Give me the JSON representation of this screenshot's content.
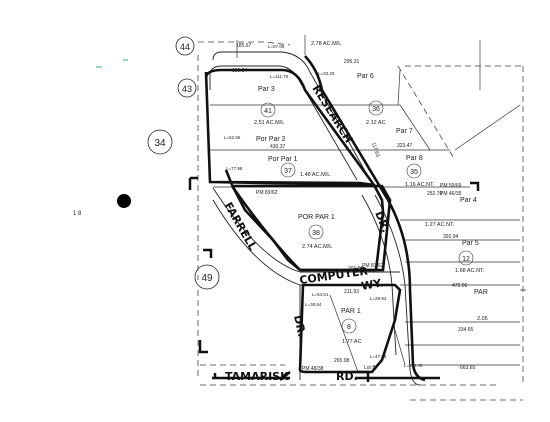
{
  "map": {
    "roads": {
      "research_dr": "RESEARCH",
      "dr_1": "DR.",
      "farrell": "FARRELL",
      "dr_2": "DR.",
      "computer": "COMPUTER",
      "wy": "WY.",
      "tamarisk": "TAMARISK",
      "rd": "RD."
    },
    "page_numbers": [
      "44",
      "43",
      "34",
      "49"
    ],
    "parcel_balloons": [
      "41",
      "36",
      "37",
      "35",
      "38",
      "12",
      "8"
    ],
    "parcel_labels": {
      "par3": "Par 3",
      "par6": "Par 6",
      "par7": "Par 7",
      "por_par2": "Por Par 2",
      "por_par1_top": "Por Par 1",
      "par8": "Par 8",
      "par4": "Par 4",
      "par5": "Par 5",
      "por_par1_center": "POR PAR 1",
      "par1": "PAR 1",
      "par_right": "PAR"
    },
    "areas": {
      "a_278": "2.78 AC.M/L",
      "a_251": "2.51 AC.M/L",
      "a_212": "2.12 AC",
      "a_148": "1.48 AC.M/L",
      "a_116": "1.16 AC.NT.",
      "a_127": "1.27 AC.NT.",
      "a_274": "2.74 AC.M/L",
      "a_168": "1.68 AC.NT.",
      "a_177": "1.77 AC",
      "a_205": "2.05"
    },
    "dimensions": {
      "d1": "185.67",
      "d2": "295.31",
      "d3": "189.34",
      "d4": "430.37",
      "d5": "323.47",
      "d6": "252.70",
      "d7": "392.94",
      "d8": "201.59",
      "d9": "211.93",
      "d10": "479.06",
      "d11": "334.65",
      "d12": "663.65",
      "d13": "265.98",
      "d14": "117.63"
    },
    "plat_refs": {
      "pm1": "PM 83/62",
      "pm2": "PM 83/62",
      "pm3": "PM 59/69",
      "pm4": "PM 46/35",
      "pm5": "PM 48/38",
      "lot": "Lot B"
    },
    "curve_labels": {
      "c1": "L=87.09",
      "c2": "L=111.70",
      "c3": "L=33.29",
      "c4": "L=52.96",
      "c5": "L=77.98",
      "c6": "L=64.61",
      "c7": "L=38.84",
      "c8": "L=47.08",
      "c9": "L=29.93",
      "c10": "L=118.45"
    }
  }
}
